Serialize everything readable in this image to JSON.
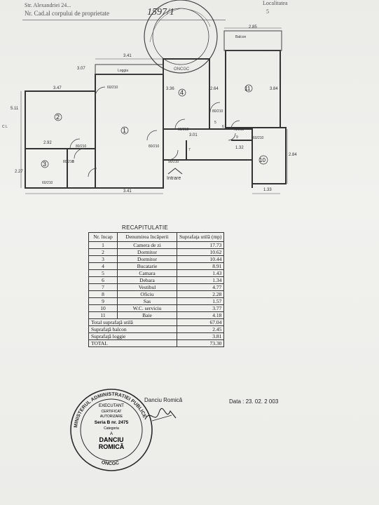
{
  "header": {
    "address_line": "Str. Alexandriei 24...",
    "cadastral_label": "Nr. Cad.al corpului de proprietate",
    "cadastral_value": "1597/1",
    "locality_label": "Localitatea",
    "locality_value": "5"
  },
  "plan": {
    "labels": {
      "balcon": "Balcon",
      "loggia": "Loggia",
      "intrare": "Intrare"
    },
    "rooms": [
      "1",
      "2",
      "3",
      "4",
      "5",
      "6",
      "7",
      "8",
      "9",
      "10",
      "11"
    ],
    "dimensions": {
      "d_285": "2.85",
      "d_341_top": "3.41",
      "d_307": "3.07",
      "d_347": "3.47",
      "d_511": "5.11",
      "d_292": "2.92",
      "d_227": "2.27",
      "d_341_bottom": "3.41",
      "d_301": "3.01",
      "d_132": "1.32",
      "d_284": "2.84",
      "d_133": "1.33",
      "d_384": "3.84",
      "d_264": "2.64",
      "d_336": "3.36"
    },
    "doors": [
      "80/210",
      "80/210",
      "60/210",
      "60/210",
      "80/210",
      "90/210",
      "80/210",
      "70/210",
      "60/210",
      "60/210"
    ],
    "side_mark": "C L"
  },
  "recap": {
    "title": "RECAPITULATIE",
    "col_nr": "Nr. încap",
    "col_name": "Denumirea încăperii",
    "col_area": "Suprafaţa utilă (mp)",
    "rows": [
      {
        "nr": "1",
        "name": "Camera de zi",
        "area": "17.73"
      },
      {
        "nr": "2",
        "name": "Dormitor",
        "area": "10.62"
      },
      {
        "nr": "3",
        "name": "Dormitor",
        "area": "10.44"
      },
      {
        "nr": "4",
        "name": "Bucatarie",
        "area": "8.91"
      },
      {
        "nr": "5",
        "name": "Camara",
        "area": "1.43"
      },
      {
        "nr": "6",
        "name": "Debara",
        "area": "1.34"
      },
      {
        "nr": "7",
        "name": "Vestibul",
        "area": "4.77"
      },
      {
        "nr": "8",
        "name": "Oficiu",
        "area": "2.28"
      },
      {
        "nr": "9",
        "name": "Sas",
        "area": "1.57"
      },
      {
        "nr": "10",
        "name": "W.C. serviciu",
        "area": "3.77"
      },
      {
        "nr": "11",
        "name": "Baie",
        "area": "4.18"
      }
    ],
    "totals": [
      {
        "label": "Total suprafaţă utilă",
        "value": "67.04"
      },
      {
        "label": "Suprafaţă balcon",
        "value": "2.45"
      },
      {
        "label": "Suprafaţă loggie",
        "value": "3.81"
      },
      {
        "label": "TOTAL",
        "value": "73.30"
      }
    ]
  },
  "signature": {
    "name": "Danciu Romică",
    "date": "Data : 23. 02. 2 003"
  },
  "stamp": {
    "ring_top": "MINISTERUL ADMINISTRATIEI PUBLICE",
    "ring_bottom": "ONCGC",
    "l1": "EXECUTANT",
    "l2": "CERTIFICAT",
    "l3": "AUTORIZARE",
    "l4": "Seria B nr. 2475",
    "l5": "Categoria",
    "l6": "A",
    "l7": "DANCIU",
    "l8": "ROMICĂ"
  },
  "colors": {
    "ink": "#222222",
    "stamp": "#2a2a2a",
    "paper": "#ececea"
  }
}
